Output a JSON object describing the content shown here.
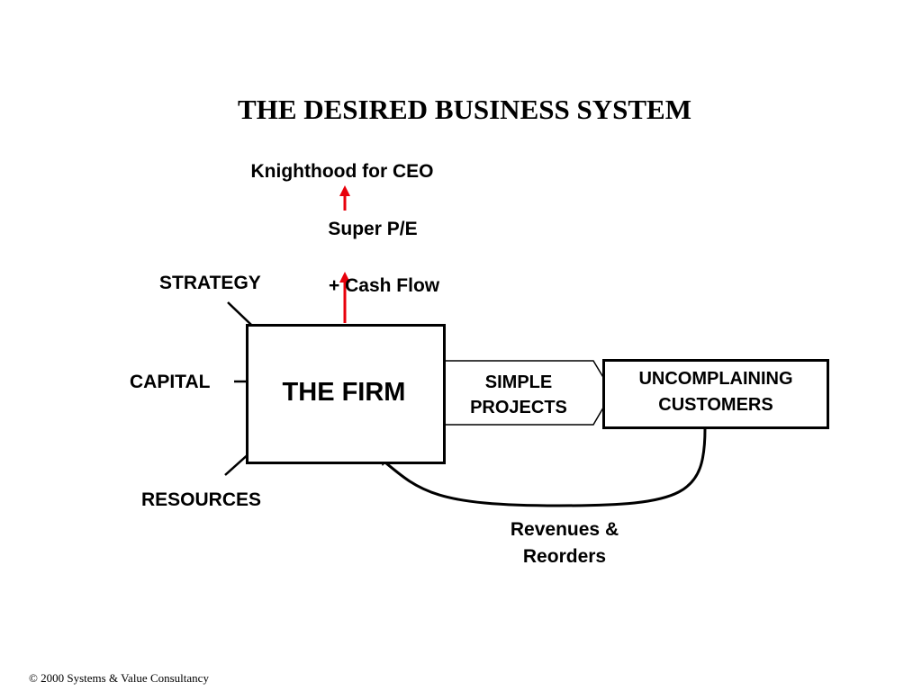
{
  "title": "THE DESIRED BUSINESS SYSTEM",
  "labels": {
    "knighthood": "Knighthood for CEO",
    "super_pe": "Super P/E",
    "cash_flow": "+ Cash Flow",
    "strategy": "STRATEGY",
    "capital": "CAPITAL",
    "resources": "RESOURCES",
    "revenues_line1": "Revenues &",
    "revenues_line2": "Reorders"
  },
  "nodes": {
    "firm": "THE FIRM",
    "projects_line1": "SIMPLE",
    "projects_line2": "PROJECTS",
    "customers_line1": "UNCOMPLAINING",
    "customers_line2": "CUSTOMERS"
  },
  "footer": "© 2000 Systems & Value Consultancy",
  "colors": {
    "upward_arrows": "#e8000b",
    "arrows": "#000000"
  }
}
